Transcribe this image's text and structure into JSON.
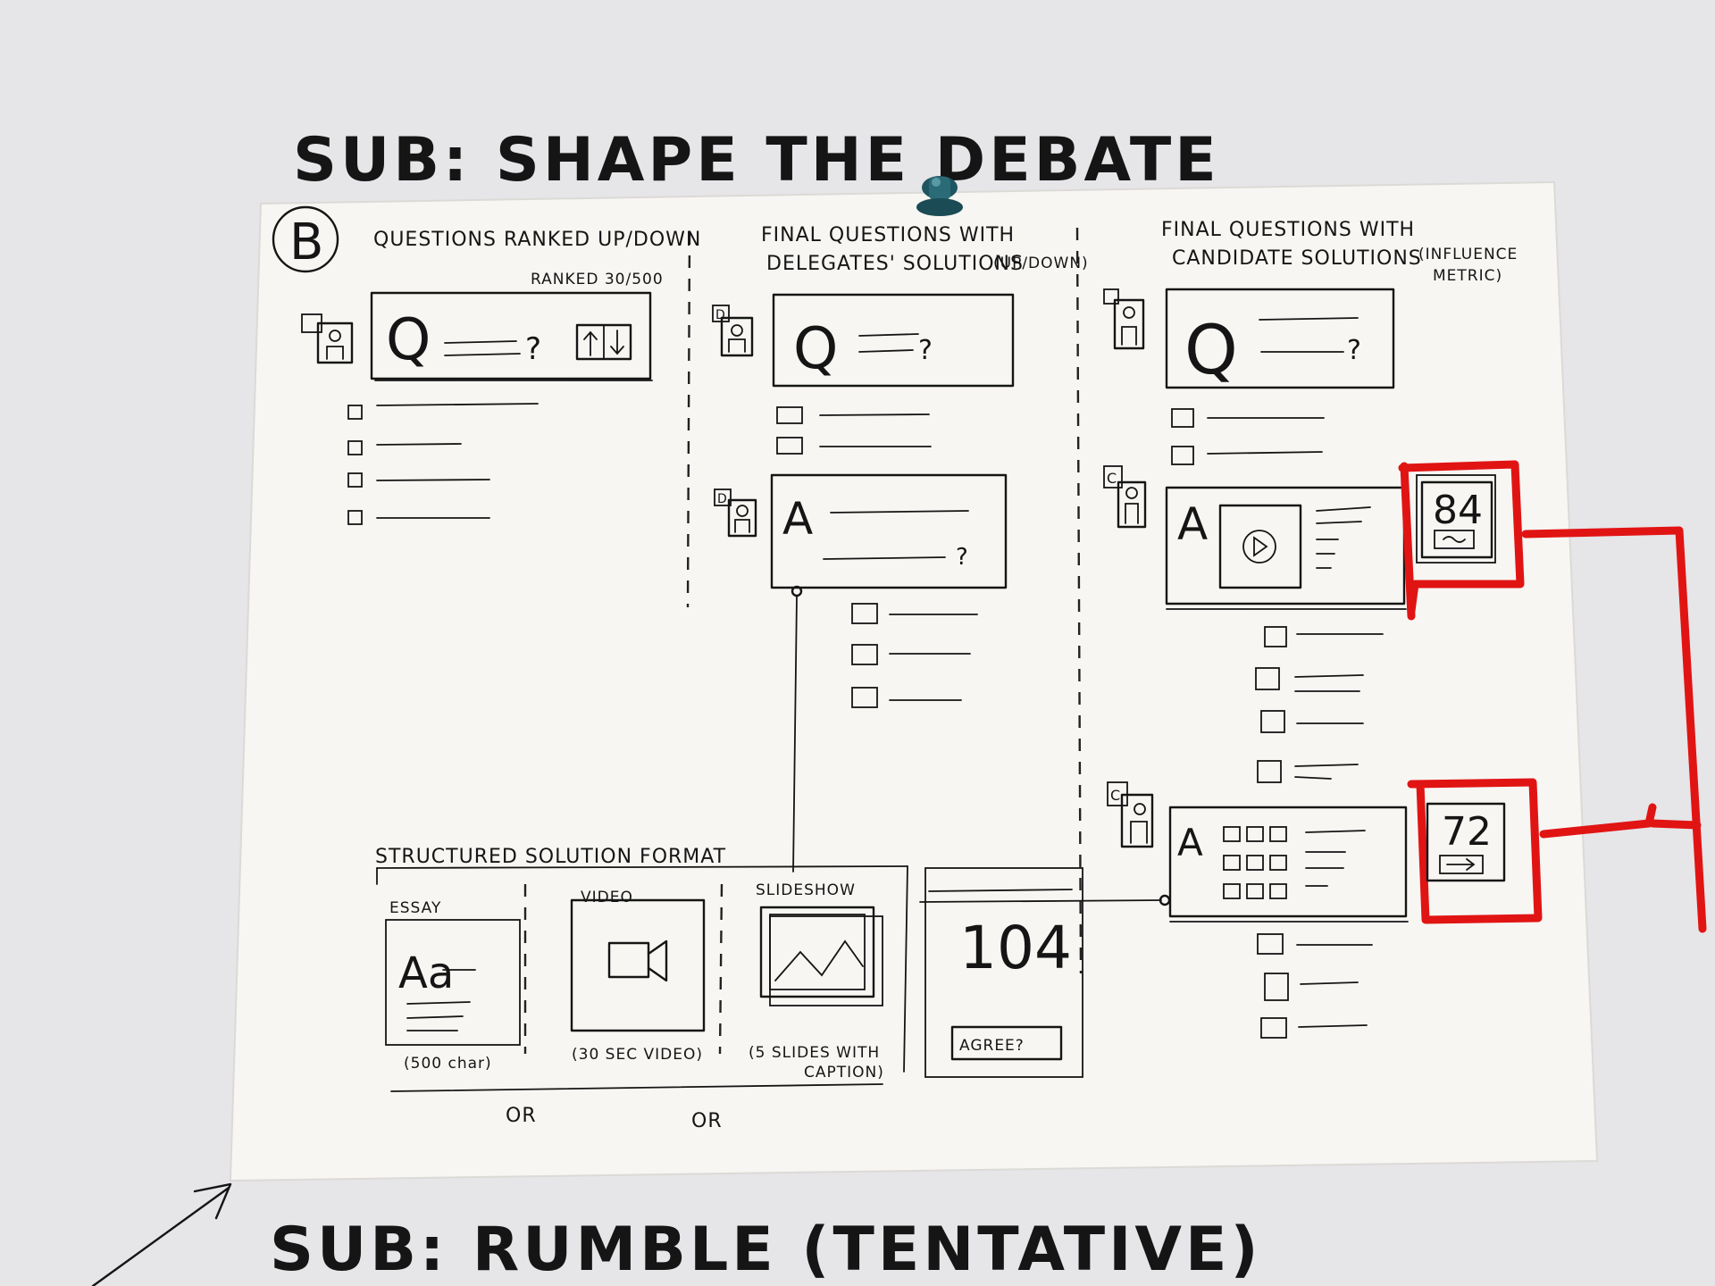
{
  "headings": {
    "top": "SUB: SHAPE THE DEBATE",
    "bottom": "SUB: RUMBLE (TENTATIVE)"
  },
  "badge": "B",
  "columns": {
    "col1": {
      "title": "QUESTIONS RANKED UP/DOWN",
      "ranked": "RANKED 30/500",
      "card_q": "Q",
      "q_mark": "?"
    },
    "col2": {
      "title_l1": "FINAL QUESTIONS WITH",
      "title_l2": "DELEGATES' SOLUTIONS",
      "title_note": "(UP/DOWN)",
      "card_q": "Q",
      "card_a": "A",
      "q_mark": "?"
    },
    "col3": {
      "title_l1": "FINAL QUESTIONS WITH",
      "title_l2": "CANDIDATE SOLUTIONS",
      "note_l1": "(INFLUENCE",
      "note_l2": "METRIC)",
      "card_q": "Q",
      "card_a1": "A",
      "card_a2": "A",
      "q_mark": "?"
    }
  },
  "avatar_tags": {
    "d": "D",
    "c": "C"
  },
  "metrics": {
    "first": "84",
    "second": "72"
  },
  "structured": {
    "title": "STRUCTURED SOLUTION FORMAT",
    "essay": {
      "label": "ESSAY",
      "glyph": "Aa",
      "caption": "(500 char)"
    },
    "video": {
      "label": "VIDEO",
      "caption": "(30 SEC VIDEO)"
    },
    "slideshow": {
      "label": "SLIDESHOW",
      "caption_l1": "(5 SLIDES WITH",
      "caption_l2": "CAPTION)"
    },
    "counter": {
      "value": "104",
      "button": "AGREE?"
    },
    "or_1": "OR",
    "or_2": "OR"
  },
  "colors": {
    "paper": "#f7f6f3",
    "wall": "#e6e5e8",
    "ink": "#151515",
    "highlight": "#e11414",
    "pin": "#1f5560"
  }
}
